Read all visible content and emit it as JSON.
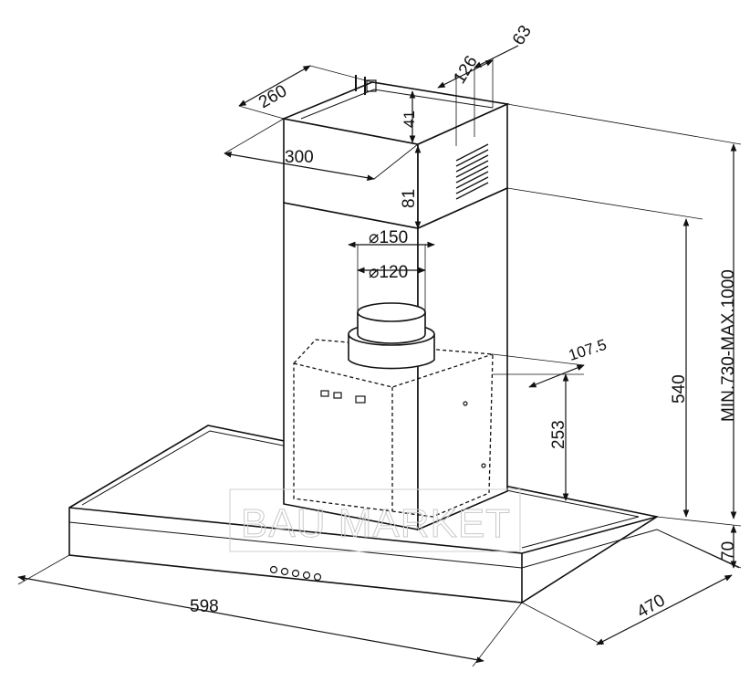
{
  "labels": {
    "d260": "260",
    "d126": "126",
    "d63": "63",
    "d41": "41",
    "d300": "300",
    "d81": "81",
    "d150": "⌀150",
    "d120": "⌀120",
    "d107": "107.5",
    "d540": "540",
    "d253": "253",
    "dheight": "MIN.730-MAX.1000",
    "d70": "70",
    "d598": "598",
    "d470": "470"
  },
  "watermark": "BAU MARKET",
  "colors": {
    "line": "#111111",
    "watermark": "#c9c9c9"
  }
}
